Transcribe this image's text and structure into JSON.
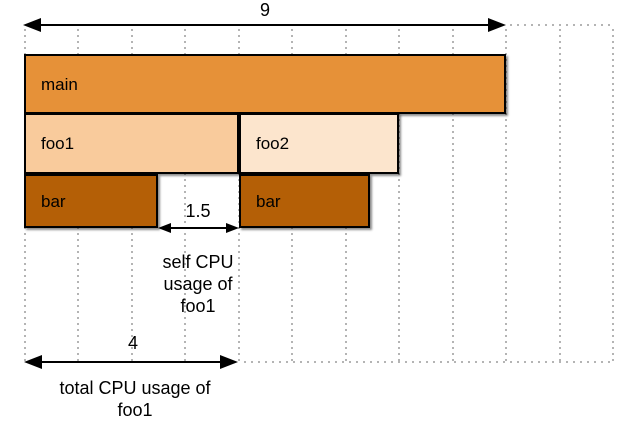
{
  "diagram": {
    "kind": "flame-graph-explainer",
    "grid_units": 12,
    "colors": {
      "frame_main": "#E69138",
      "frame_foo1": "#F9CB9C",
      "frame_foo2": "#FCE5CD",
      "frame_bar": "#B45F06",
      "frame_border": "#000000",
      "grid_line": "#B4B4B4",
      "arrow": "#000000",
      "text": "#000000",
      "background": "#FFFFFF"
    },
    "frames": [
      {
        "label": "main",
        "row": 0,
        "start": 0,
        "end": 9,
        "fill": "#E69138"
      },
      {
        "label": "foo1",
        "row": 1,
        "start": 0,
        "end": 4,
        "fill": "#F9CB9C"
      },
      {
        "label": "foo2",
        "row": 1,
        "start": 4,
        "end": 7,
        "fill": "#FCE5CD"
      },
      {
        "label": "bar",
        "row": 2,
        "start": 0,
        "end": 2.5,
        "fill": "#B45F06"
      },
      {
        "label": "bar",
        "row": 2,
        "start": 4,
        "end": 6.5,
        "fill": "#B45F06"
      }
    ],
    "dimensions": {
      "total_program": {
        "value": "9"
      },
      "self_foo1": {
        "value": "1.5",
        "caption": "self CPU usage of foo1"
      },
      "total_foo1": {
        "value": "4",
        "caption": "total CPU usage of foo1"
      }
    }
  }
}
